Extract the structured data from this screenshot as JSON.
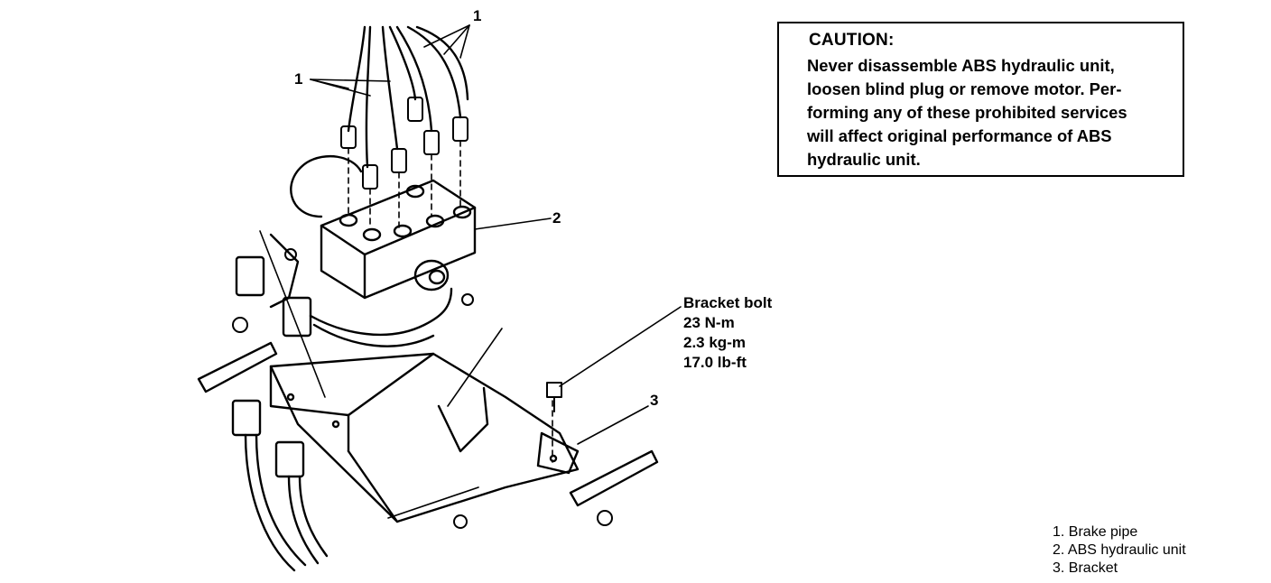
{
  "caution": {
    "title": "CAUTION:",
    "lines": [
      "Never disassemble ABS hydraulic unit,",
      "loosen blind plug or remove motor. Per-",
      "forming any of these prohibited services",
      "will affect original performance of ABS",
      "hydraulic unit."
    ]
  },
  "bolt_spec": {
    "label": "Bracket bolt",
    "torque_nm": "23 N-m",
    "torque_kgm": "2.3 kg-m",
    "torque_lbft": "17.0 lb-ft"
  },
  "callouts": {
    "pipe_top": "1",
    "pipe_left": "1",
    "unit": "2",
    "bracket": "3"
  },
  "legend": [
    "1.  Brake pipe",
    "2.  ABS hydraulic unit",
    "3.  Bracket"
  ]
}
